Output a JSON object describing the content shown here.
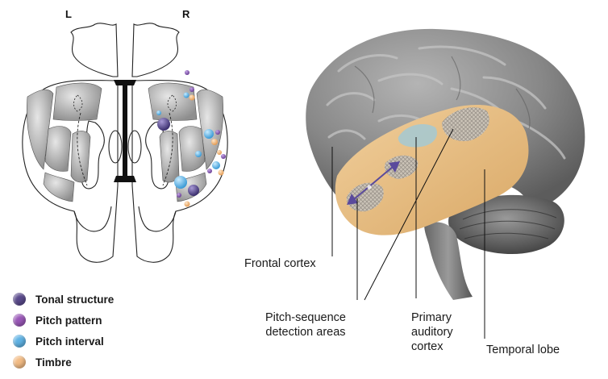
{
  "hemispheres": {
    "left": "L",
    "right": "R"
  },
  "legend": [
    {
      "label": "Tonal structure",
      "color": "#5a4a8c"
    },
    {
      "label": "Pitch pattern",
      "color": "#9a58b8"
    },
    {
      "label": "Pitch interval",
      "color": "#5fb2e4"
    },
    {
      "label": "Timbre",
      "color": "#f2bb84"
    }
  ],
  "callouts": {
    "frontal_cortex": "Frontal cortex",
    "pitch_sequence_line1": "Pitch-sequence",
    "pitch_sequence_line2": "detection areas",
    "primary_auditory_line1": "Primary",
    "primary_auditory_line2": "auditory",
    "primary_auditory_line3": "cortex",
    "temporal_lobe": "Temporal lobe"
  },
  "colors": {
    "cortex_grey": "#8c8c8c",
    "temporal_tan": "#e8bf86",
    "hatched_area": "#b9b2a8",
    "arrow_purple": "#5a4a9c"
  }
}
